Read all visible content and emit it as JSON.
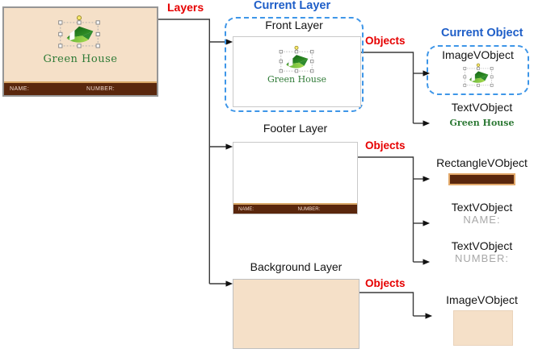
{
  "annotations": {
    "layers_label": "Layers",
    "current_layer_label": "Current Layer",
    "current_object_label": "Current Object",
    "objects_label_front": "Objects",
    "objects_label_footer": "Objects",
    "objects_label_background": "Objects"
  },
  "card": {
    "brand_text": "Green House",
    "name_label": "NAME:",
    "number_label": "NUMBER:"
  },
  "layers": {
    "front": {
      "title": "Front Layer",
      "brand_text": "Green House"
    },
    "footer": {
      "title": "Footer Layer",
      "name_label": "NAME:",
      "number_label": "NUMBER:"
    },
    "background": {
      "title": "Background Layer"
    }
  },
  "objects": {
    "front_image": {
      "type_label": "ImageVObject"
    },
    "front_text": {
      "type_label": "TextVObject",
      "value": "Green House"
    },
    "footer_rect": {
      "type_label": "RectangleVObject"
    },
    "footer_text_name": {
      "type_label": "TextVObject",
      "value": "NAME:"
    },
    "footer_text_number": {
      "type_label": "TextVObject",
      "value": "NUMBER:"
    },
    "background_image": {
      "type_label": "ImageVObject"
    }
  },
  "icons": {
    "logo": "green-house-logo-icon",
    "rotation_handle": "rotation-handle-icon",
    "selection_handles": "selection-handles",
    "arrowhead": "arrowhead-icon"
  },
  "colors": {
    "accent_red": "#e60000",
    "accent_blue": "#1e5ec8",
    "dashed_border_blue": "#3e96e8",
    "card_beige": "#f5e0c8",
    "footer_brown": "#5a270d",
    "footer_bar_trim_tan": "#d9a868",
    "swatch_border_tan": "#e3a96b",
    "brand_green": "#2e7a36",
    "muted_text_gray": "#a8a8a8",
    "connector_line": "#3a3a3a"
  }
}
